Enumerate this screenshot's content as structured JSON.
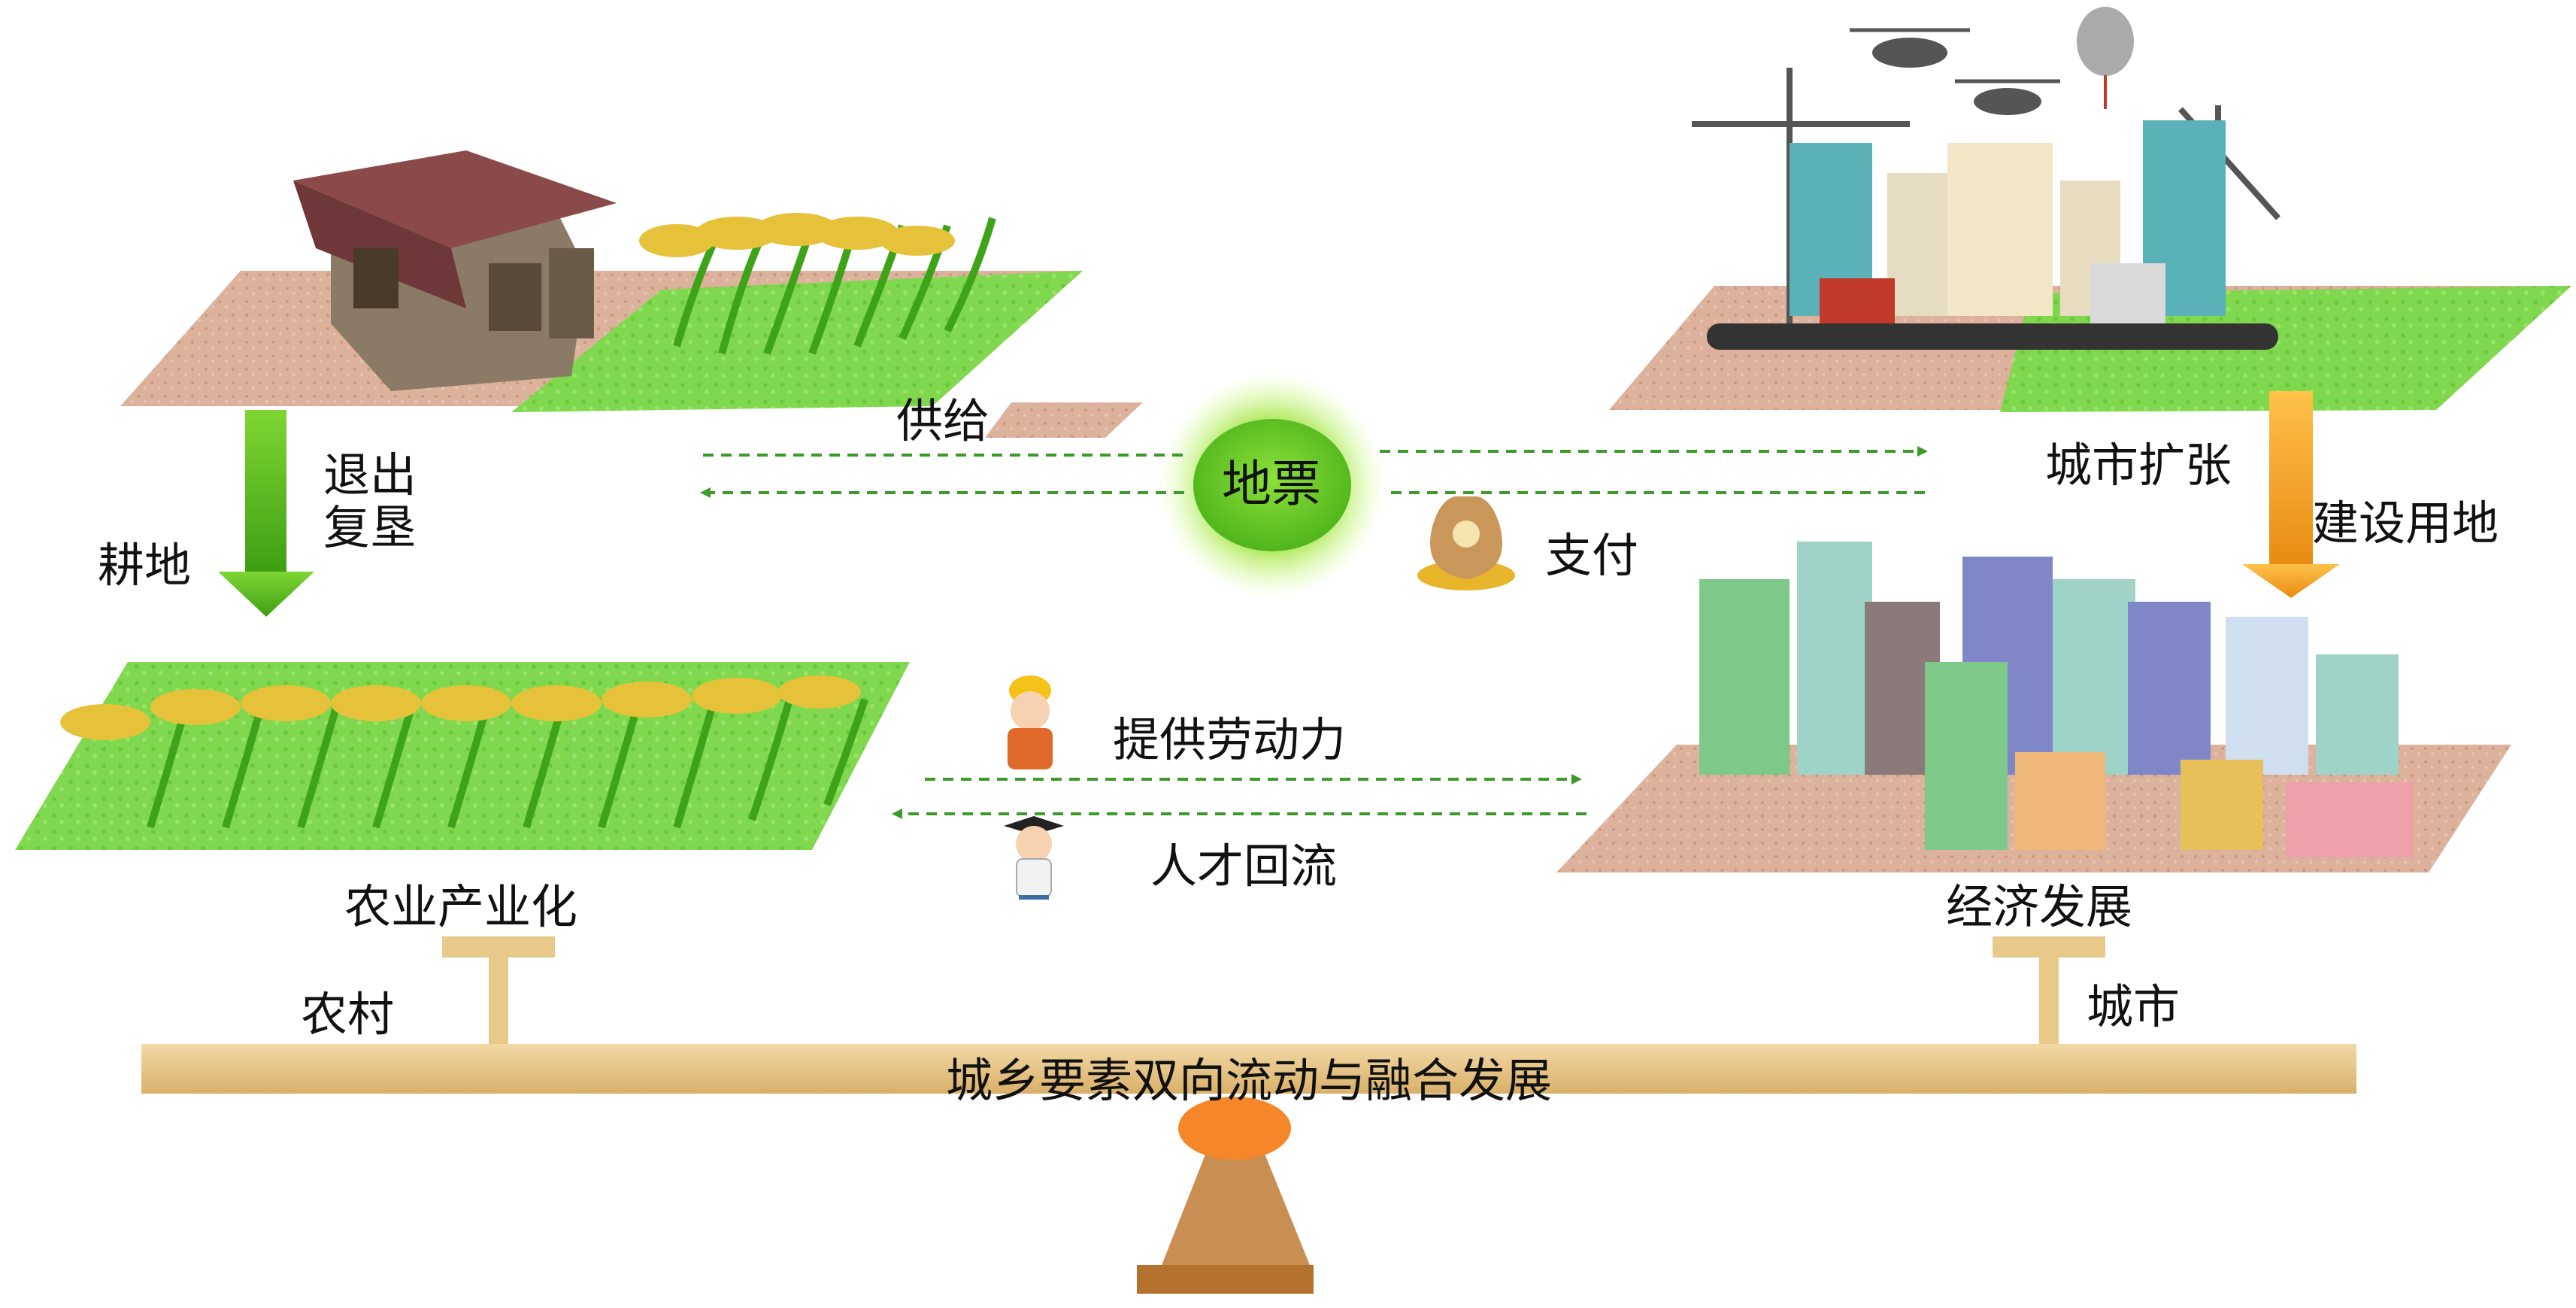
{
  "labels": {
    "tuichu": "退出",
    "fuken": "复垦",
    "gengdi": "耕地",
    "gongji": "供给",
    "dipiao": "地票",
    "zhifu": "支付",
    "chengshi_kuozhang": "城市扩张",
    "jianshe_yongdi": "建设用地",
    "tigong_laodongli": "提供劳动力",
    "rencai_huiliu": "人才回流",
    "nongye_chanyehua": "农业产业化",
    "jingji_fazhan": "经济发展",
    "nongcun": "农村",
    "chengshi": "城市",
    "beam_title": "城乡要素双向流动与融合发展"
  },
  "colors": {
    "green_arrow": "#56b51c",
    "orange_arrow": "#f2a322",
    "dashed_arrow": "#3c9a2a",
    "land_ticket_glow": "#8fe01c",
    "beam": "#e8c98a",
    "fulcrum": "#c98e52",
    "fulcrum_knob": "#f5872a",
    "field_green": "#7ed957",
    "soil": "#dcb5a0"
  },
  "icons": [
    "rural-house-icon",
    "rice-plant-icon",
    "city-skyline-icon",
    "construction-crane-icon",
    "helicopter-icon",
    "balloon-icon",
    "money-bag-icon",
    "worker-icon",
    "graduate-icon"
  ]
}
